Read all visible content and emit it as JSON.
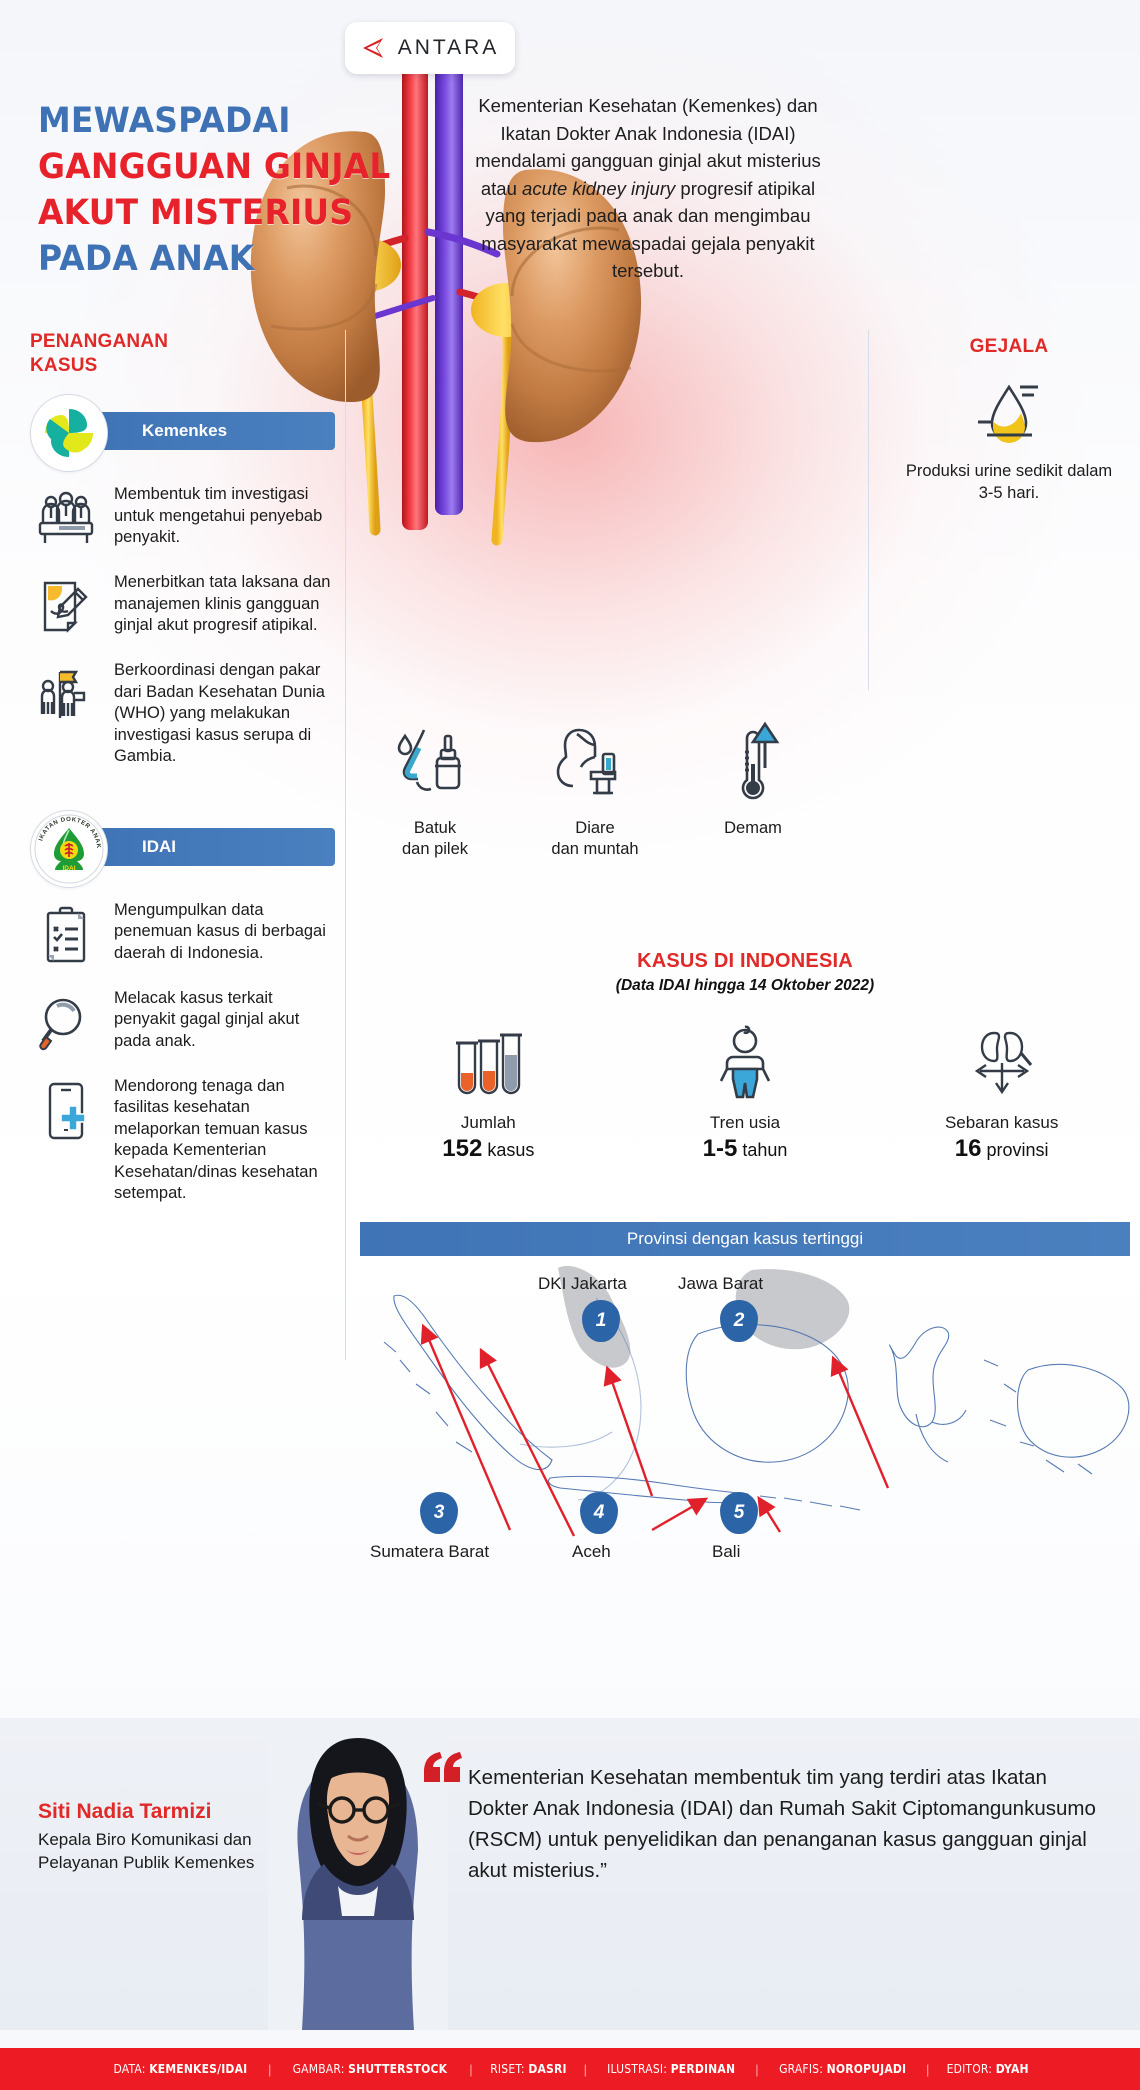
{
  "brand": {
    "logo_name": "antara-logo",
    "wordmark": "ANTARA"
  },
  "headline": {
    "lines": [
      {
        "text": "MEWASPADAI",
        "color": "#3f72b4"
      },
      {
        "text": "GANGGUAN GINJAL",
        "color": "#e8222b"
      },
      {
        "text": "AKUT MISTERIUS",
        "color": "#e8222b"
      },
      {
        "text": "PADA ANAK",
        "color": "#3f72b4"
      }
    ]
  },
  "intro": {
    "before_italic": "Kementerian Kesehatan (Kemenkes) dan Ikatan Dokter Anak Indonesia (IDAI) mendalami gangguan ginjal akut misterius atau ",
    "italic": "acute kidney injury",
    "after_italic": " progresif atipikal yang terjadi pada anak dan mengimbau masyarakat mewaspadai gejala penyakit tersebut."
  },
  "penanganan": {
    "title": "PENANGANAN KASUS",
    "orgs": [
      {
        "name": "Kemenkes",
        "logo_name": "kemenkes-logo",
        "items": [
          {
            "icon": "team-meeting-icon",
            "text": "Membentuk tim investigasi untuk mengetahui penyebab penyakit."
          },
          {
            "icon": "document-pencil-icon",
            "text": "Menerbitkan tata laksana dan manajemen klinis gangguan ginjal akut progresif atipikal."
          },
          {
            "icon": "people-flag-icon",
            "text": "Berkoordinasi dengan pakar dari Badan Kesehatan Dunia (WHO) yang melakukan investigasi kasus serupa di Gambia."
          }
        ]
      },
      {
        "name": "IDAI",
        "logo_name": "idai-logo",
        "logo_ring_text": "IKATAN DOKTER ANAK INDONESIA",
        "logo_inner_text": "IDAI",
        "items": [
          {
            "icon": "clipboard-checklist-icon",
            "text": "Mengumpulkan data penemuan kasus di berbagai daerah di Indonesia."
          },
          {
            "icon": "magnifier-icon",
            "text": "Melacak kasus terkait penyakit gagal ginjal akut pada anak."
          },
          {
            "icon": "mobile-health-icon",
            "text": "Mendorong tenaga dan fasilitas kesehatan melaporkan temuan kasus kepada Kementerian Kesehatan/dinas kesehatan setempat."
          }
        ]
      }
    ]
  },
  "gejala": {
    "title": "GEJALA",
    "primary": {
      "icon": "urine-drop-icon",
      "caption": "Produksi urine sedikit dalam 3-5 hari."
    },
    "symptoms": [
      {
        "icon": "nose-spray-icon",
        "line1": "Batuk",
        "line2": "dan pilek"
      },
      {
        "icon": "vomiting-toilet-icon",
        "line1": "Diare",
        "line2": "dan muntah"
      },
      {
        "icon": "thermometer-icon",
        "line1": "Demam",
        "line2": ""
      }
    ]
  },
  "kasus": {
    "title": "KASUS DI INDONESIA",
    "subtitle": "(Data IDAI hingga 14 Oktober 2022)",
    "stats": [
      {
        "icon": "test-tubes-icon",
        "label": "Jumlah",
        "value": "152",
        "unit": "kasus"
      },
      {
        "icon": "child-icon",
        "label": "Tren usia",
        "value": "1-5",
        "unit": "tahun"
      },
      {
        "icon": "spread-arrows-kidney-icon",
        "label": "Sebaran kasus",
        "value": "16",
        "unit": "provinsi"
      }
    ]
  },
  "map": {
    "bar_title": "Provinsi dengan kasus tertinggi",
    "pins": [
      {
        "rank": "1",
        "label": "DKI Jakarta"
      },
      {
        "rank": "2",
        "label": "Jawa Barat"
      },
      {
        "rank": "3",
        "label": "Sumatera Barat"
      },
      {
        "rank": "4",
        "label": "Aceh"
      },
      {
        "rank": "5",
        "label": "Bali"
      }
    ]
  },
  "quote": {
    "mark": "quote-icon",
    "speaker_name": "Siti Nadia Tarmizi",
    "speaker_role": "Kepala Biro Komunikasi dan Pelayanan Publik Kemenkes",
    "text": "Kementerian Kesehatan membentuk tim yang terdiri atas Ikatan Dokter Anak Indonesia (IDAI) dan Rumah Sakit Ciptomangunkusumo (RSCM) untuk penyelidikan dan penanganan kasus gangguan ginjal akut misterius.”"
  },
  "footer": {
    "credits": [
      {
        "key": "DATA:",
        "val": "KEMENKES/IDAI"
      },
      {
        "key": "GAMBAR:",
        "val": "SHUTTERSTOCK"
      },
      {
        "key": "RISET:",
        "val": "DASRI"
      },
      {
        "key": "ILUSTRASI:",
        "val": "PERDINAN"
      },
      {
        "key": "GRAFIS:",
        "val": "NOROPUJADI"
      },
      {
        "key": "EDITOR:",
        "val": "DYAH"
      }
    ]
  },
  "colors": {
    "red": "#e8222b",
    "blue": "#3f72b4",
    "bar_blue": "#3f74b6",
    "footer_red": "#ed1c24"
  }
}
